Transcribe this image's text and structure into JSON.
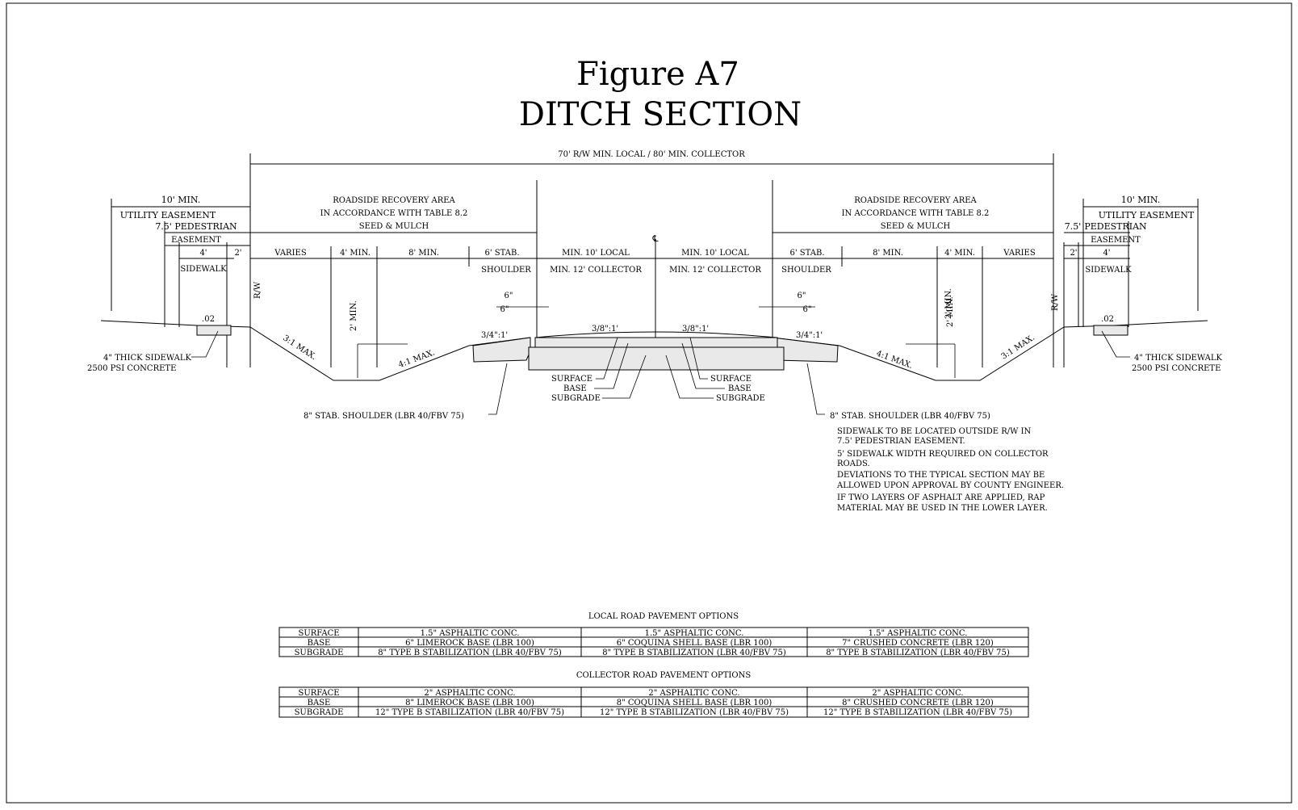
{
  "title": {
    "line1": "Figure A7",
    "line2": "DITCH SECTION"
  },
  "dimensions": {
    "row_total": "70' R/W MIN. LOCAL / 80' MIN. COLLECTOR",
    "left_util": "10' MIN.",
    "right_util": "10' MIN.",
    "util_easement": "UTILITY EASEMENT",
    "ped_easement_1": "7.5' PEDESTRIAN",
    "ped_easement_2": "EASEMENT",
    "ped_75": "7.5'",
    "ped_word": "PEDESTRIAN",
    "roadside_1": "ROADSIDE RECOVERY AREA",
    "roadside_2": "IN ACCORDANCE WITH TABLE 8.2",
    "roadside_3": "SEED & MULCH",
    "four": "4'",
    "two": "2'",
    "sidewalk": "SIDEWALK",
    "varies": "VARIES",
    "four_min": "4' MIN.",
    "eight_min": "8' MIN.",
    "six_stab": "6' STAB.",
    "shoulder": "SHOULDER",
    "lane_local": "MIN. 10' LOCAL",
    "lane_collector": "MIN. 12' COLLECTOR",
    "centerline": "℄"
  },
  "annotations": {
    "rw": "R/W",
    "slope_02": ".02",
    "two_min": "2' MIN.",
    "six_in": "6\"",
    "slope_34": "3/4\":1'",
    "slope_38": "3/8\":1'",
    "slope_31": "3:1 MAX.",
    "slope_41": "4:1 MAX.",
    "surface": "SURFACE",
    "base": "BASE",
    "subgrade": "SUBGRADE",
    "sidewalk_thick_1": "4\" THICK SIDEWALK",
    "sidewalk_thick_2": "2500 PSI CONCRETE",
    "stab_shoulder": "8\" STAB. SHOULDER (LBR 40/FBV 75)"
  },
  "notes": [
    "SIDEWALK TO BE LOCATED OUTSIDE R/W IN",
    "7.5' PEDESTRIAN EASEMENT.",
    "5' SIDEWALK WIDTH REQUIRED ON COLLECTOR",
    "ROADS.",
    "DEVIATIONS TO THE TYPICAL SECTION MAY BE",
    "ALLOWED UPON APPROVAL BY COUNTY ENGINEER.",
    "IF TWO LAYERS OF ASPHALT ARE APPLIED, RAP",
    "MATERIAL MAY BE USED IN THE LOWER LAYER."
  ],
  "tables": {
    "local": {
      "caption": "LOCAL ROAD PAVEMENT OPTIONS",
      "rows": [
        [
          "SURFACE",
          "1.5\" ASPHALTIC CONC.",
          "1.5\" ASPHALTIC CONC.",
          "1.5\" ASPHALTIC CONC."
        ],
        [
          "BASE",
          "6\" LIMEROCK BASE (LBR 100)",
          "6\" COQUINA SHELL BASE (LBR 100)",
          "7\" CRUSHED CONCRETE (LBR 120)"
        ],
        [
          "SUBGRADE",
          "8\" TYPE B STABILIZATION (LBR 40/FBV 75)",
          "8\" TYPE B STABILIZATION (LBR 40/FBV 75)",
          "8\" TYPE B STABILIZATION (LBR 40/FBV 75)"
        ]
      ]
    },
    "collector": {
      "caption": "COLLECTOR ROAD PAVEMENT OPTIONS",
      "rows": [
        [
          "SURFACE",
          "2\" ASPHALTIC CONC.",
          "2\" ASPHALTIC CONC.",
          "2\" ASPHALTIC CONC."
        ],
        [
          "BASE",
          "8\" LIMEROCK BASE (LBR 100)",
          "8\" COQUINA SHELL BASE (LBR 100)",
          "8\" CRUSHED CONCRETE (LBR 120)"
        ],
        [
          "SUBGRADE",
          "12\" TYPE B STABILIZATION (LBR 40/FBV 75)",
          "12\" TYPE B STABILIZATION (LBR 40/FBV 75)",
          "12\" TYPE B STABILIZATION (LBR 40/FBV 75)"
        ]
      ]
    }
  }
}
